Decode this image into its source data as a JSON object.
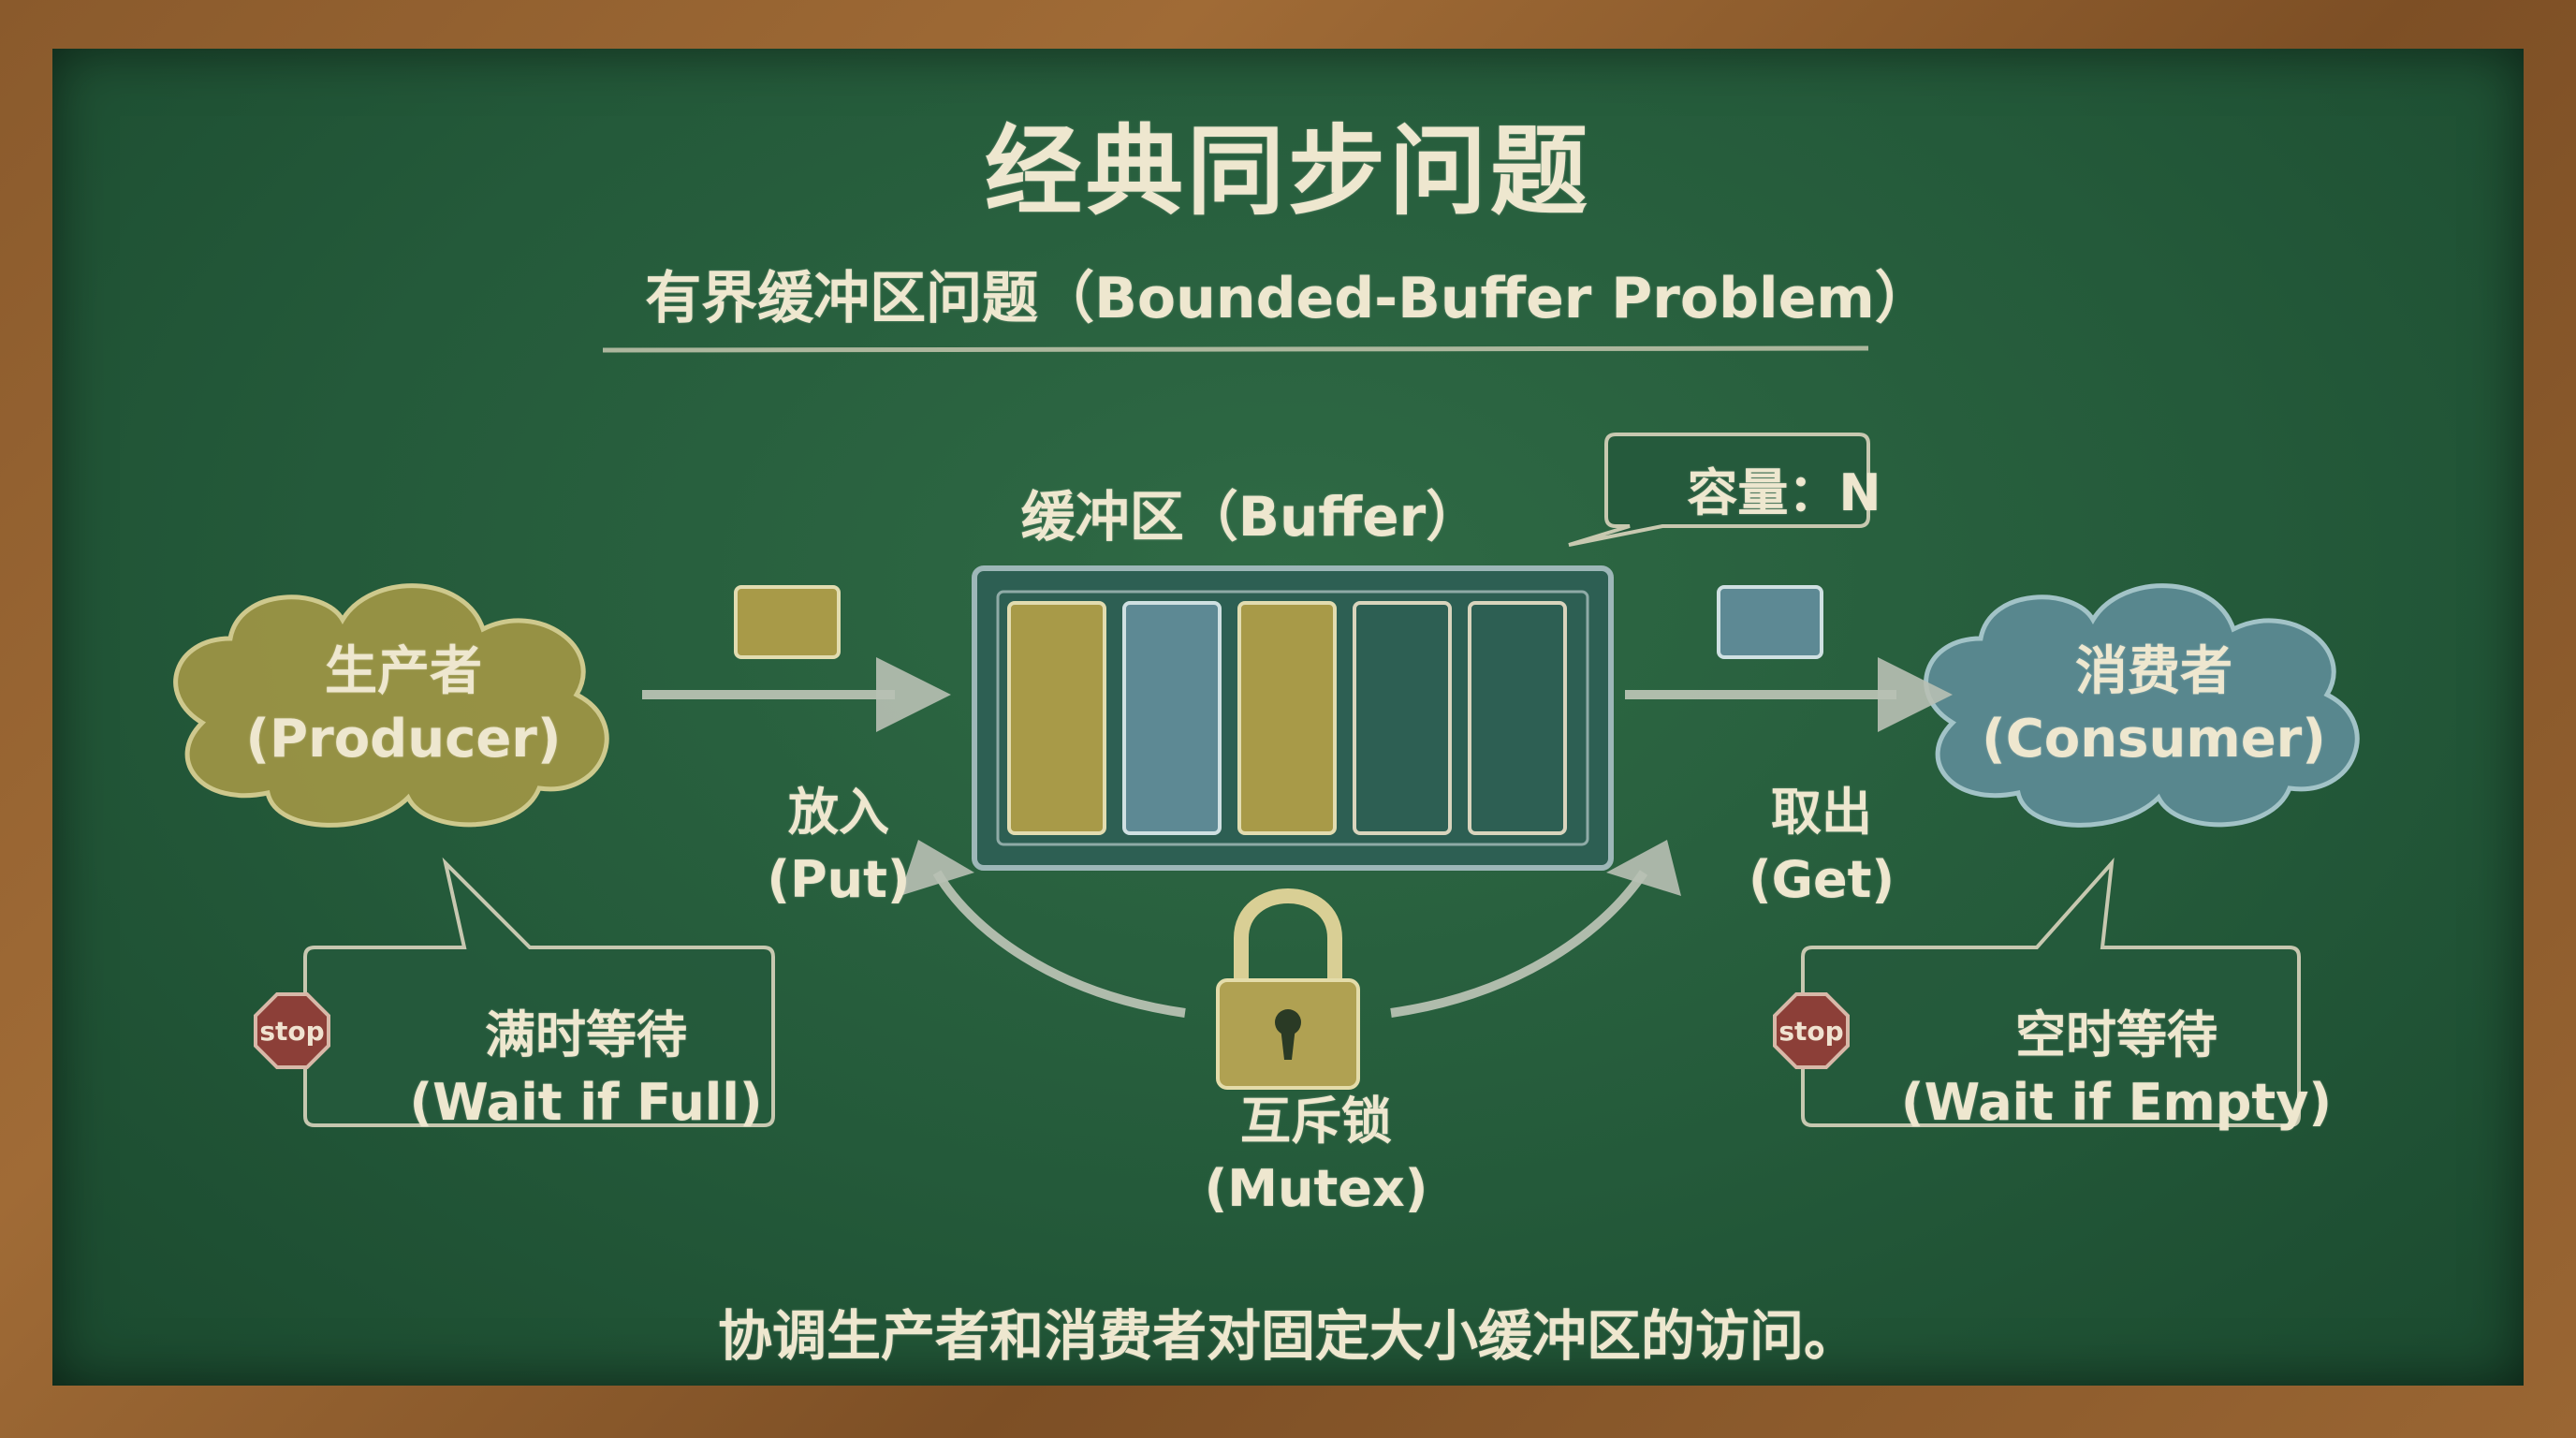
{
  "title": "经典同步问题",
  "subtitle": "有界缓冲区问题（Bounded-Buffer Problem）",
  "buffer": {
    "label": "缓冲区（Buffer）",
    "capacity_label": "容量：N",
    "slots": [
      "filled-yellow",
      "filled-blue",
      "filled-yellow",
      "empty",
      "empty"
    ]
  },
  "producer": {
    "name": "生产者",
    "name_en": "(Producer)"
  },
  "consumer": {
    "name": "消费者",
    "name_en": "(Consumer)"
  },
  "put": {
    "label": "放入",
    "label_en": "(Put)"
  },
  "get": {
    "label": "取出",
    "label_en": "(Get)"
  },
  "mutex": {
    "label": "互斥锁",
    "label_en": "(Mutex)"
  },
  "wait_full": {
    "label": "满时等待",
    "label_en": "(Wait if Full)",
    "stop": "stop"
  },
  "wait_empty": {
    "label": "空时等待",
    "label_en": "(Wait if Empty)",
    "stop": "stop"
  },
  "footer": "协调生产者和消费者对固定大小缓冲区的访问。",
  "colors": {
    "board": "#245a3a",
    "frame": "#8a5a2c",
    "chalk": "#eee7cf",
    "producer": "#9c9445",
    "consumer": "#5b8a93",
    "slot_yellow": "#a89a48",
    "slot_blue": "#5d8994",
    "stop": "#8c3f38"
  },
  "icons": [
    "padlock-icon",
    "stop-sign-icon",
    "arrow-right-icon",
    "curved-arrow-icon"
  ]
}
